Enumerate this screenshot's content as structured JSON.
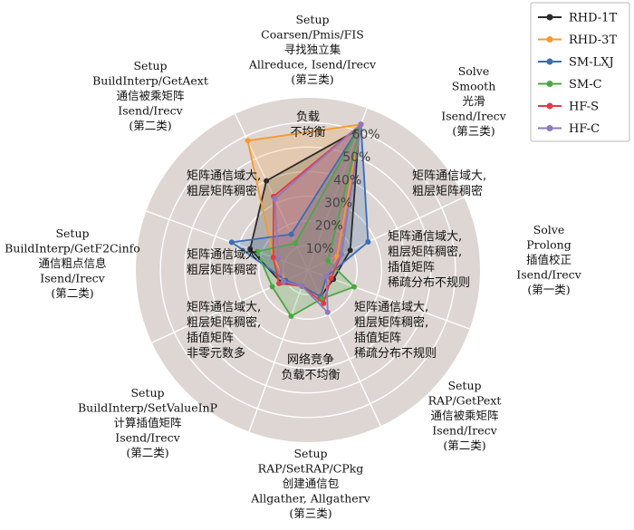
{
  "chart_data": {
    "type": "radar",
    "axes": [
      {
        "lines": [
          "Solve",
          "Smooth",
          "光滑",
          "Isend/Irecv",
          "(第三类)"
        ]
      },
      {
        "lines": [
          "Solve",
          "Prolong",
          "插值校正",
          "Isend/Irecv",
          "(第一类)"
        ]
      },
      {
        "lines": [
          "Setup",
          "RAP/GetPext",
          "通信被乘矩阵",
          "Isend/Irecv",
          "(第二类)"
        ]
      },
      {
        "lines": [
          "Setup",
          "RAP/SetRAP/CPkg",
          "创建通信包",
          "Allgather, Allgatherv",
          "(第三类)"
        ]
      },
      {
        "lines": [
          "Setup",
          "BuildInterp/SetValueInP",
          "计算插值矩阵",
          "Isend/Irecv",
          "(第二类)"
        ]
      },
      {
        "lines": [
          "Setup",
          "BuildInterp/GetF2Cinfo",
          "通信粗点信息",
          "Isend/Irecv",
          "(第二类)"
        ]
      },
      {
        "lines": [
          "Setup",
          "BuildInterp/GetAext",
          "通信被乘矩阵",
          "Isend/Irecv",
          "(第二类)"
        ]
      },
      {
        "lines": [
          "Setup",
          "Coarsen/Pmis/FIS",
          "寻找独立集",
          "Allreduce, Isend/Irecv",
          "(第三类)"
        ]
      }
    ],
    "radial_ticks": [
      "10%",
      "20%",
      "30%",
      "40%",
      "50%",
      "60%"
    ],
    "tick_values": [
      10,
      20,
      30,
      40,
      50,
      60
    ],
    "rmax": 70,
    "series": [
      {
        "name": "RHD-1T",
        "color": "#2b2b2b",
        "values": [
          61,
          19,
          11,
          12,
          7,
          12,
          25,
          40
        ]
      },
      {
        "name": "RHD-3T",
        "color": "#f59a32",
        "values": [
          63,
          13,
          9,
          12,
          7,
          10,
          15,
          58
        ]
      },
      {
        "name": "SM-LXJ",
        "color": "#3a6db3",
        "values": [
          63,
          27,
          8,
          12,
          7,
          10,
          33,
          16
        ]
      },
      {
        "name": "SM-C",
        "color": "#4aa843",
        "values": [
          63,
          9,
          20,
          13,
          20,
          16,
          22,
          12
        ]
      },
      {
        "name": "HF-S",
        "color": "#e03c46",
        "values": [
          63,
          15,
          10,
          15,
          7,
          13,
          15,
          33
        ]
      },
      {
        "name": "HF-C",
        "color": "#8e79bd",
        "values": [
          63,
          15,
          8,
          19,
          7,
          11,
          13,
          32
        ]
      }
    ],
    "annotations": [
      {
        "lines": [
          "负载",
          "不均衡"
        ]
      },
      {
        "lines": [
          "矩阵通信域大,",
          "粗层矩阵稠密"
        ]
      },
      {
        "lines": [
          "矩阵通信域大,",
          "粗层矩阵稠密"
        ]
      },
      {
        "lines": [
          "矩阵通信域大,",
          "粗层矩阵稠密"
        ]
      },
      {
        "lines": [
          "矩阵通信域大,",
          "粗层矩阵稠密,",
          "插值矩阵",
          "稀疏分布不规则"
        ]
      },
      {
        "lines": [
          "矩阵通信域大,",
          "粗层矩阵稠密,",
          "插值矩阵",
          "稀疏分布不规则"
        ]
      },
      {
        "lines": [
          "矩阵通信域大,",
          "粗层矩阵稠密,",
          "插值矩阵",
          "非零元数多"
        ]
      },
      {
        "lines": [
          "网络竞争",
          "负载不均衡"
        ]
      }
    ],
    "legend_position": "top-right",
    "grid": true
  }
}
